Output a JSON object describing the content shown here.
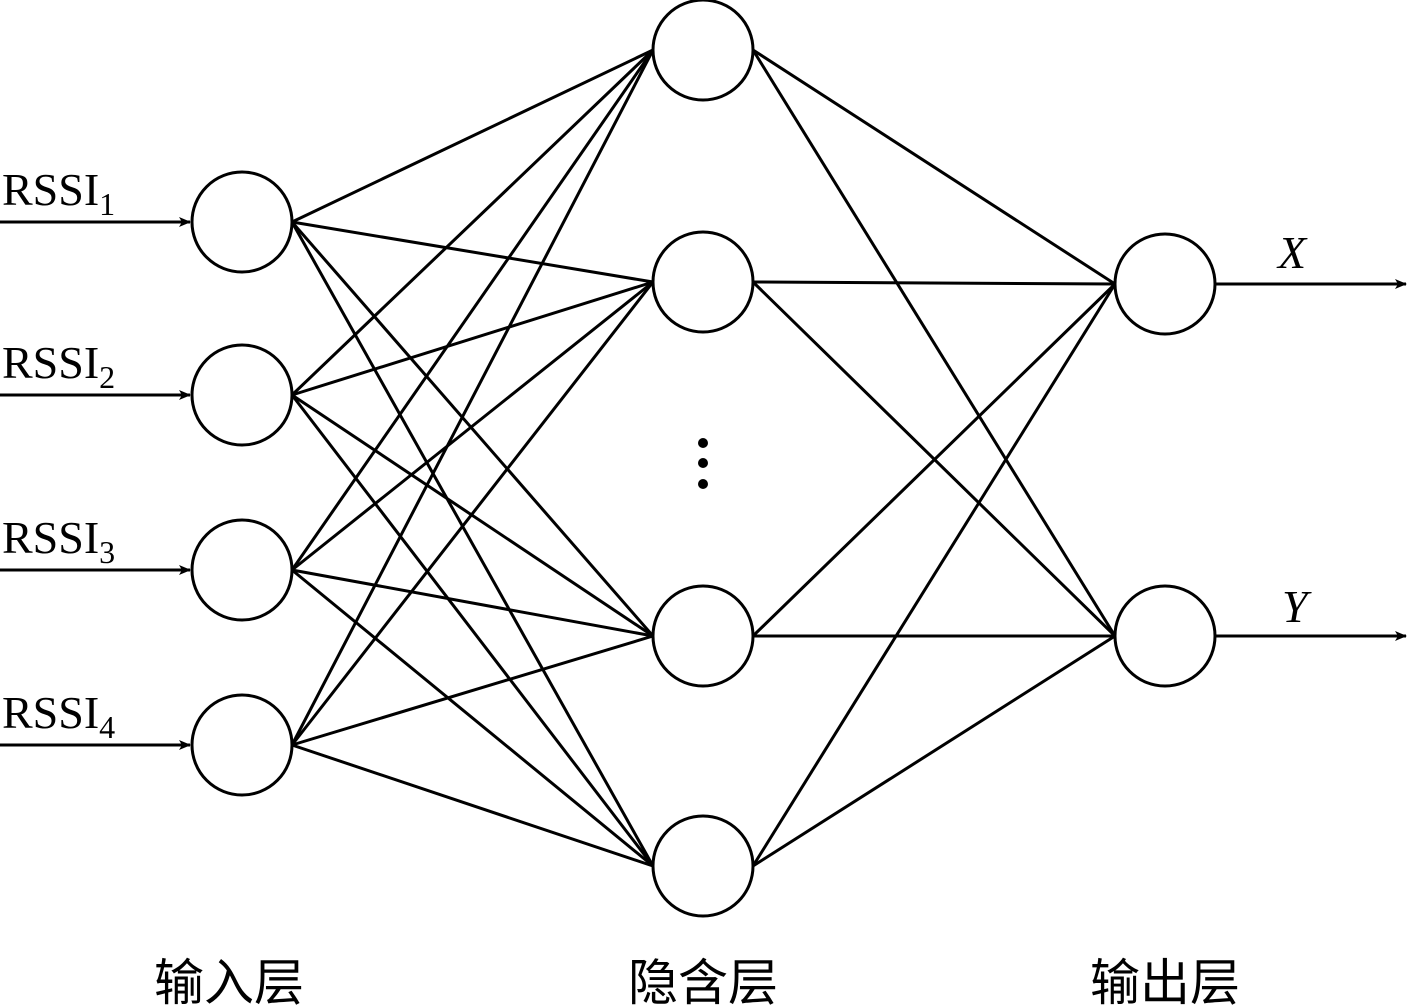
{
  "inputs": [
    {
      "base": "RSSI",
      "sub": "1"
    },
    {
      "base": "RSSI",
      "sub": "2"
    },
    {
      "base": "RSSI",
      "sub": "3"
    },
    {
      "base": "RSSI",
      "sub": "4"
    }
  ],
  "outputs": [
    "X",
    "Y"
  ],
  "layers": {
    "input": "输入层",
    "hidden": "隐含层",
    "output": "输出层"
  },
  "hidden_node_count_shown": 4,
  "ellipsis": "⋮",
  "colors": {
    "stroke": "#000000",
    "background": "#ffffff"
  }
}
